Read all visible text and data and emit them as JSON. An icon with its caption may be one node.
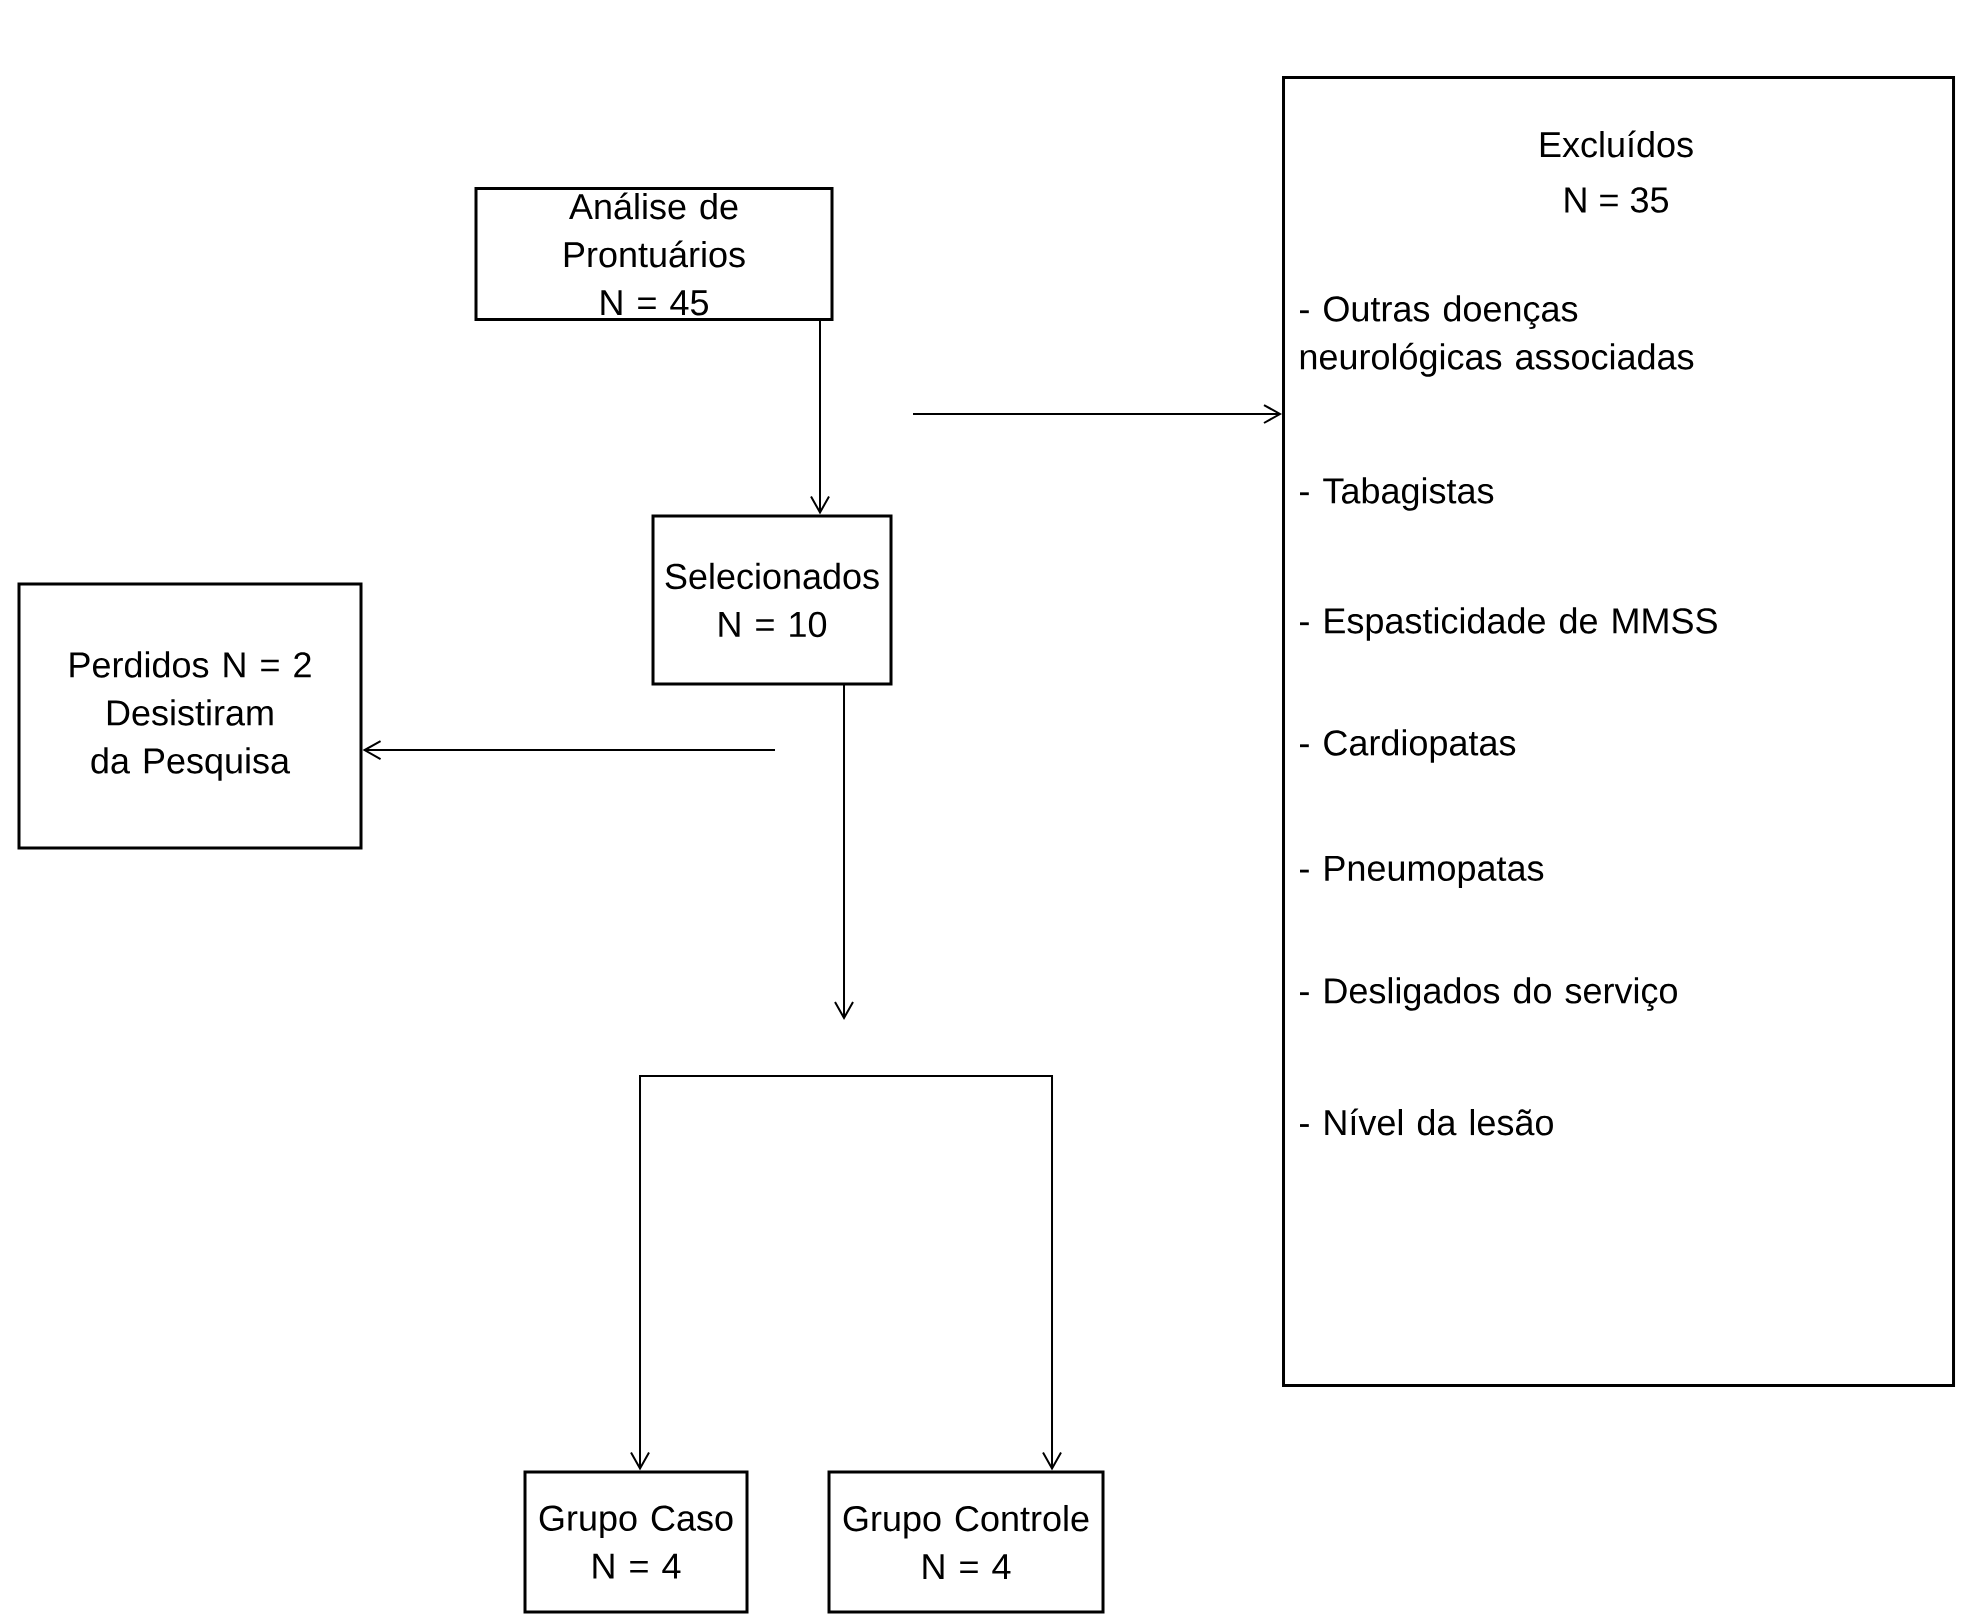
{
  "diagram": {
    "nodes": [
      {
        "text": [
          "Análise de Prontuários",
          "N = 45"
        ]
      },
      {
        "text": [
          "Excluídos",
          "N = 35",
          "- Outras doenças neurológicas associadas",
          "- Tabagistas",
          "- Espasticidade de MMSS",
          "- Cardiopatas",
          "- Pneumopatas",
          "- Desligados do serviço",
          "- Nível da lesão"
        ]
      },
      {
        "text": [
          "Selecionados",
          "N = 10"
        ]
      },
      {
        "text": [
          "Perdidos N = 2",
          "Desistiram da Pesquisa"
        ]
      },
      {
        "text": [
          "Grupo Caso",
          "N = 4"
        ]
      },
      {
        "text": [
          "Grupo Controle",
          "N = 4"
        ]
      }
    ],
    "edges": [
      {
        "from": 0,
        "to": 2,
        "arrow": "to"
      },
      {
        "from": null,
        "to": 1,
        "arrow": "to"
      },
      {
        "from": null,
        "to": 3,
        "arrow": "to"
      },
      {
        "from": 2,
        "to": null,
        "arrow": "to"
      },
      {
        "from": null,
        "to": 4,
        "arrow": "to"
      },
      {
        "from": null,
        "to": 5,
        "arrow": "to"
      }
    ]
  }
}
